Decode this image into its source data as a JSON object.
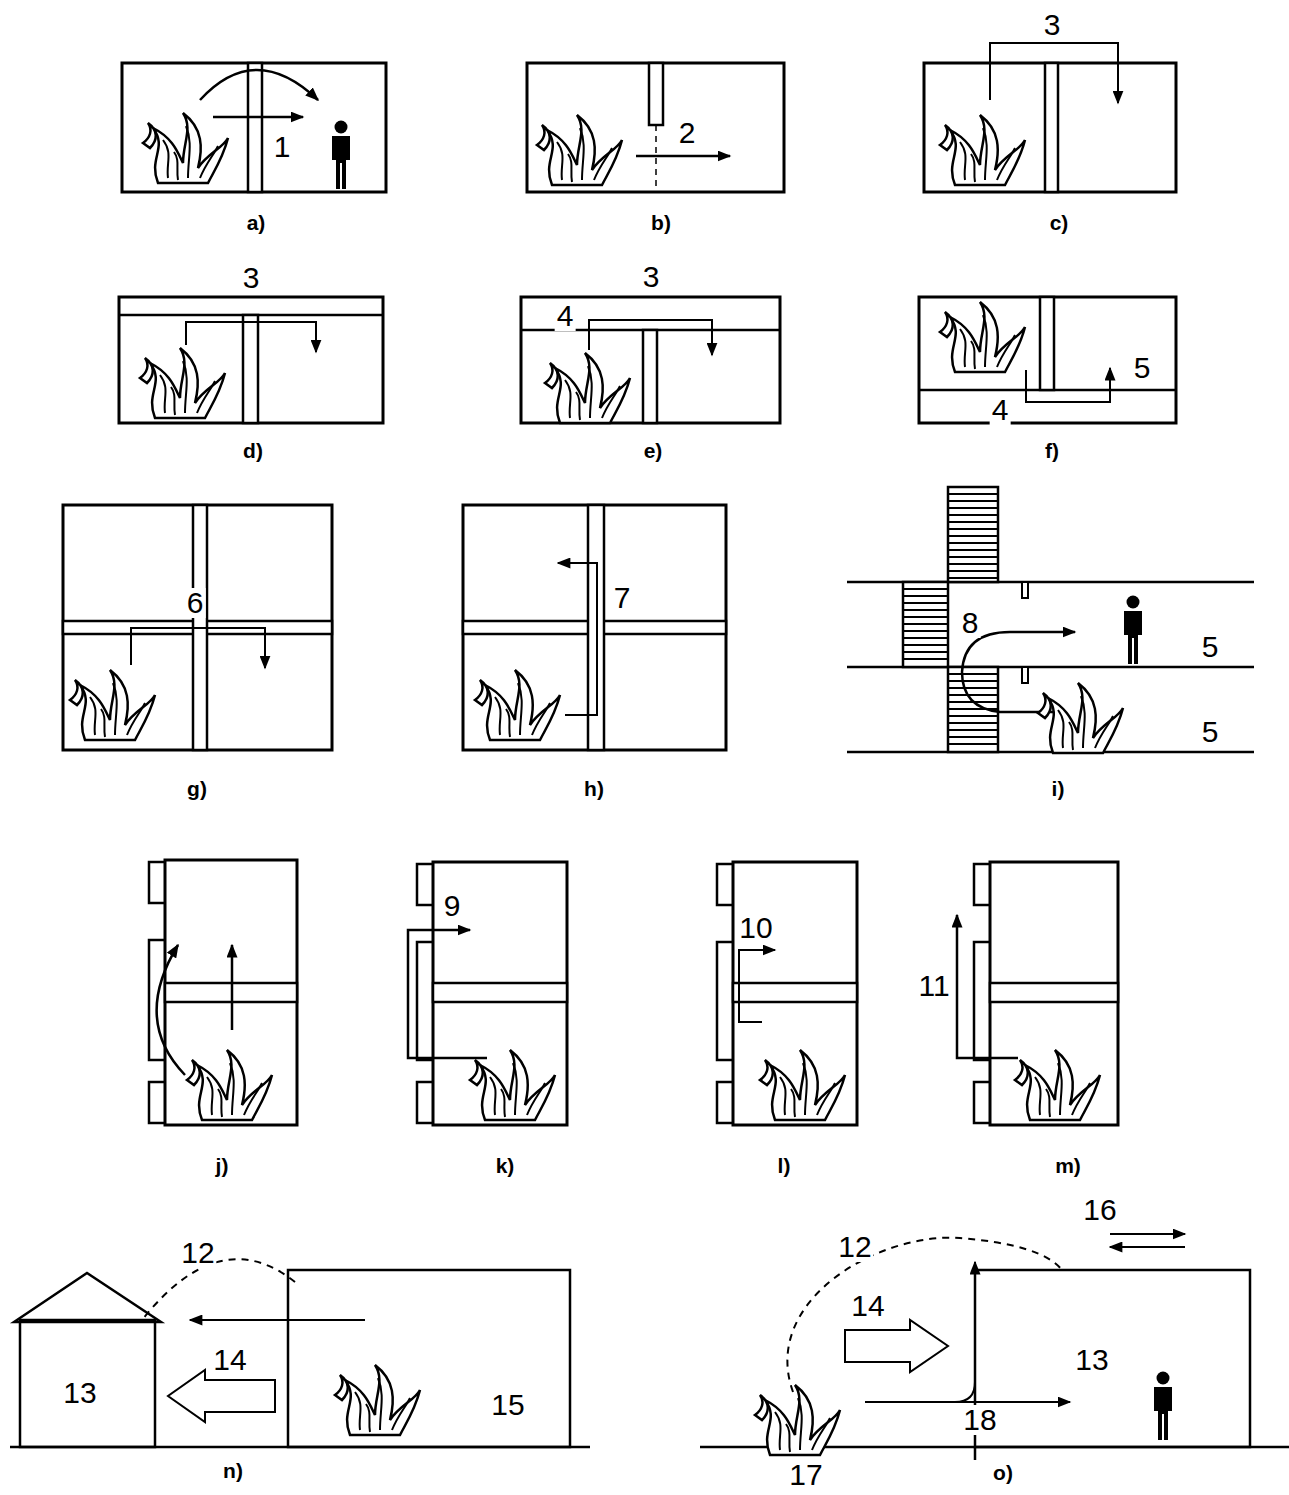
{
  "diagram": {
    "labels": [
      "1",
      "a)",
      "2",
      "b)",
      "3",
      "c)",
      "3",
      "d)",
      "3",
      "4",
      "e)",
      "5",
      "4",
      "f)",
      "6",
      "g)",
      "7",
      "h)",
      "8",
      "5",
      "5",
      "i)",
      "j)",
      "9",
      "k)",
      "10",
      "l)",
      "11",
      "m)",
      "12",
      "14",
      "13",
      "15",
      "n)",
      "12",
      "16",
      "14",
      "13",
      "18",
      "17",
      "o)"
    ]
  }
}
